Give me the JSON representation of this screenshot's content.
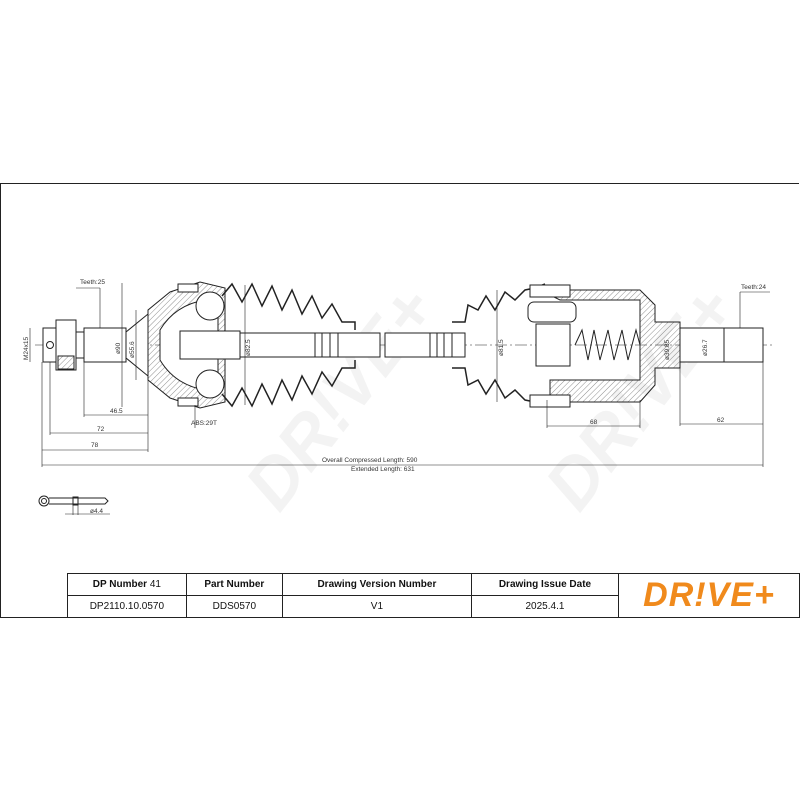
{
  "watermark": "DR!VE+",
  "labels": {
    "teeth_left": "Teeth:25",
    "teeth_right": "Teeth:24",
    "thread": "M24x15",
    "d90": "ø90",
    "d55_6": "ø55.6",
    "d82_5": "ø82.5",
    "d81_5": "ø81.5",
    "d39_85": "ø39.85",
    "d26_7": "ø26.7",
    "abs": "ABS:29T",
    "dim_46_5": "46.5",
    "dim_72": "72",
    "dim_78": "78",
    "dim_68": "68",
    "dim_62": "62",
    "overall": "Overall  Compressed  Length: 590",
    "extended": "Extended  Length: 631",
    "pin": "ø4.4"
  },
  "table": {
    "headers": {
      "dp_number_label": "DP Number",
      "dp_number_value": "41",
      "part_number": "Part Number",
      "version": "Drawing Version Number",
      "issue_date": "Drawing Issue Date"
    },
    "row": {
      "dp_number": "DP2110.10.0570",
      "part_number": "DDS0570",
      "version": "V1",
      "issue_date": "2025.4.1"
    }
  },
  "logo": {
    "text": "DR!VE+",
    "color": "#f08a1c"
  }
}
